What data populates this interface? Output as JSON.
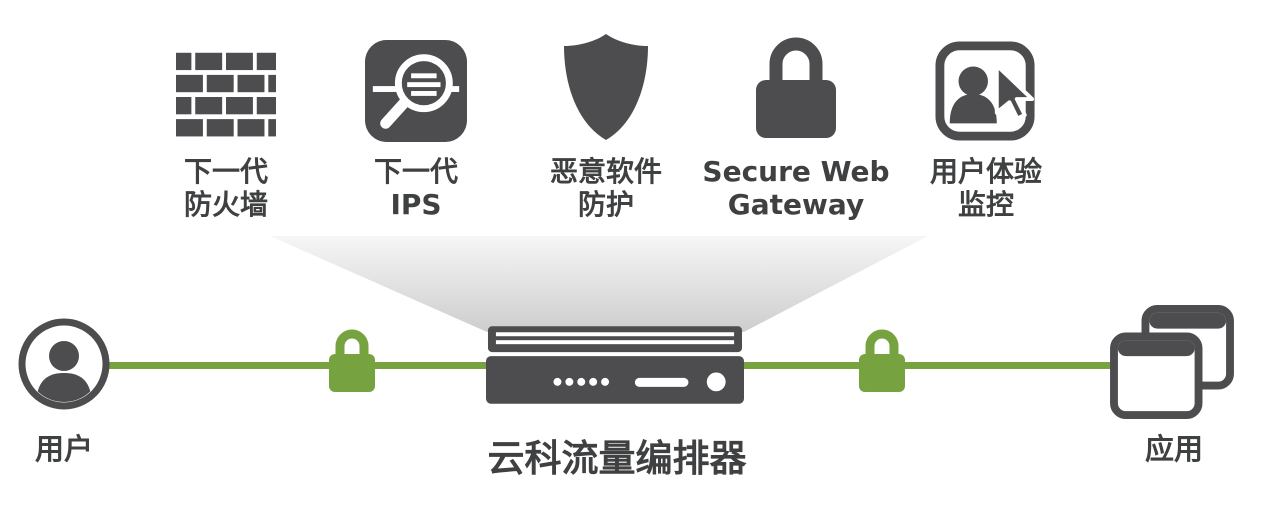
{
  "colors": {
    "dark": "#4d4d4f",
    "green": "#76a23f",
    "text": "#3f4041"
  },
  "services": [
    {
      "icon": "brick-wall-firewall-icon",
      "label": "下一代\n防火墙"
    },
    {
      "icon": "magnifier-inspection-icon",
      "label": "下一代\nIPS"
    },
    {
      "icon": "shield-icon",
      "label": "恶意软件\n防护"
    },
    {
      "icon": "padlock-icon",
      "label": "Secure Web\nGateway"
    },
    {
      "icon": "user-cursor-monitor-icon",
      "label": "用户体验\n监控"
    }
  ],
  "flow": {
    "user": {
      "icon": "user-circle-icon",
      "label": "用户"
    },
    "left_lock_icon": "green-lock-icon",
    "orchestrator": {
      "icon": "server-appliance-icon",
      "label": "云科流量编排器"
    },
    "right_lock_icon": "green-lock-icon",
    "apps": {
      "icon": "app-windows-icon",
      "label": "应用"
    }
  }
}
